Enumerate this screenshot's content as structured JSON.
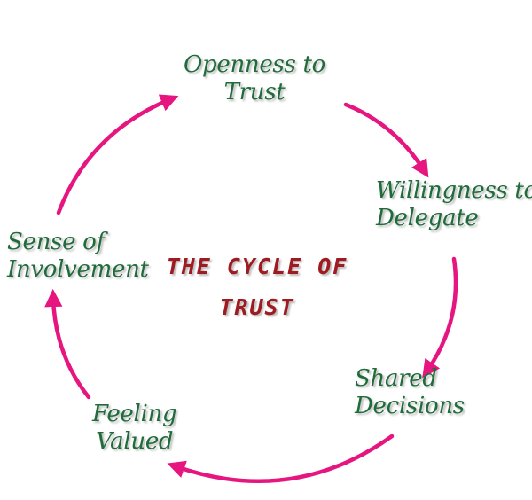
{
  "diagram": {
    "title_line1": "THE CYCLE OF",
    "title_line2": "TRUST",
    "arrow_color": "#e6157f",
    "text_color": "#1f6b3a",
    "title_color": "#9e1b22",
    "nodes": [
      {
        "line1": "Openness to",
        "line2": "Trust"
      },
      {
        "line1": "Willingness to",
        "line2": "Delegate"
      },
      {
        "line1": "Shared",
        "line2": "Decisions"
      },
      {
        "line1": "Feeling",
        "line2": "Valued"
      },
      {
        "line1": "Sense of",
        "line2": "Involvement"
      }
    ]
  }
}
